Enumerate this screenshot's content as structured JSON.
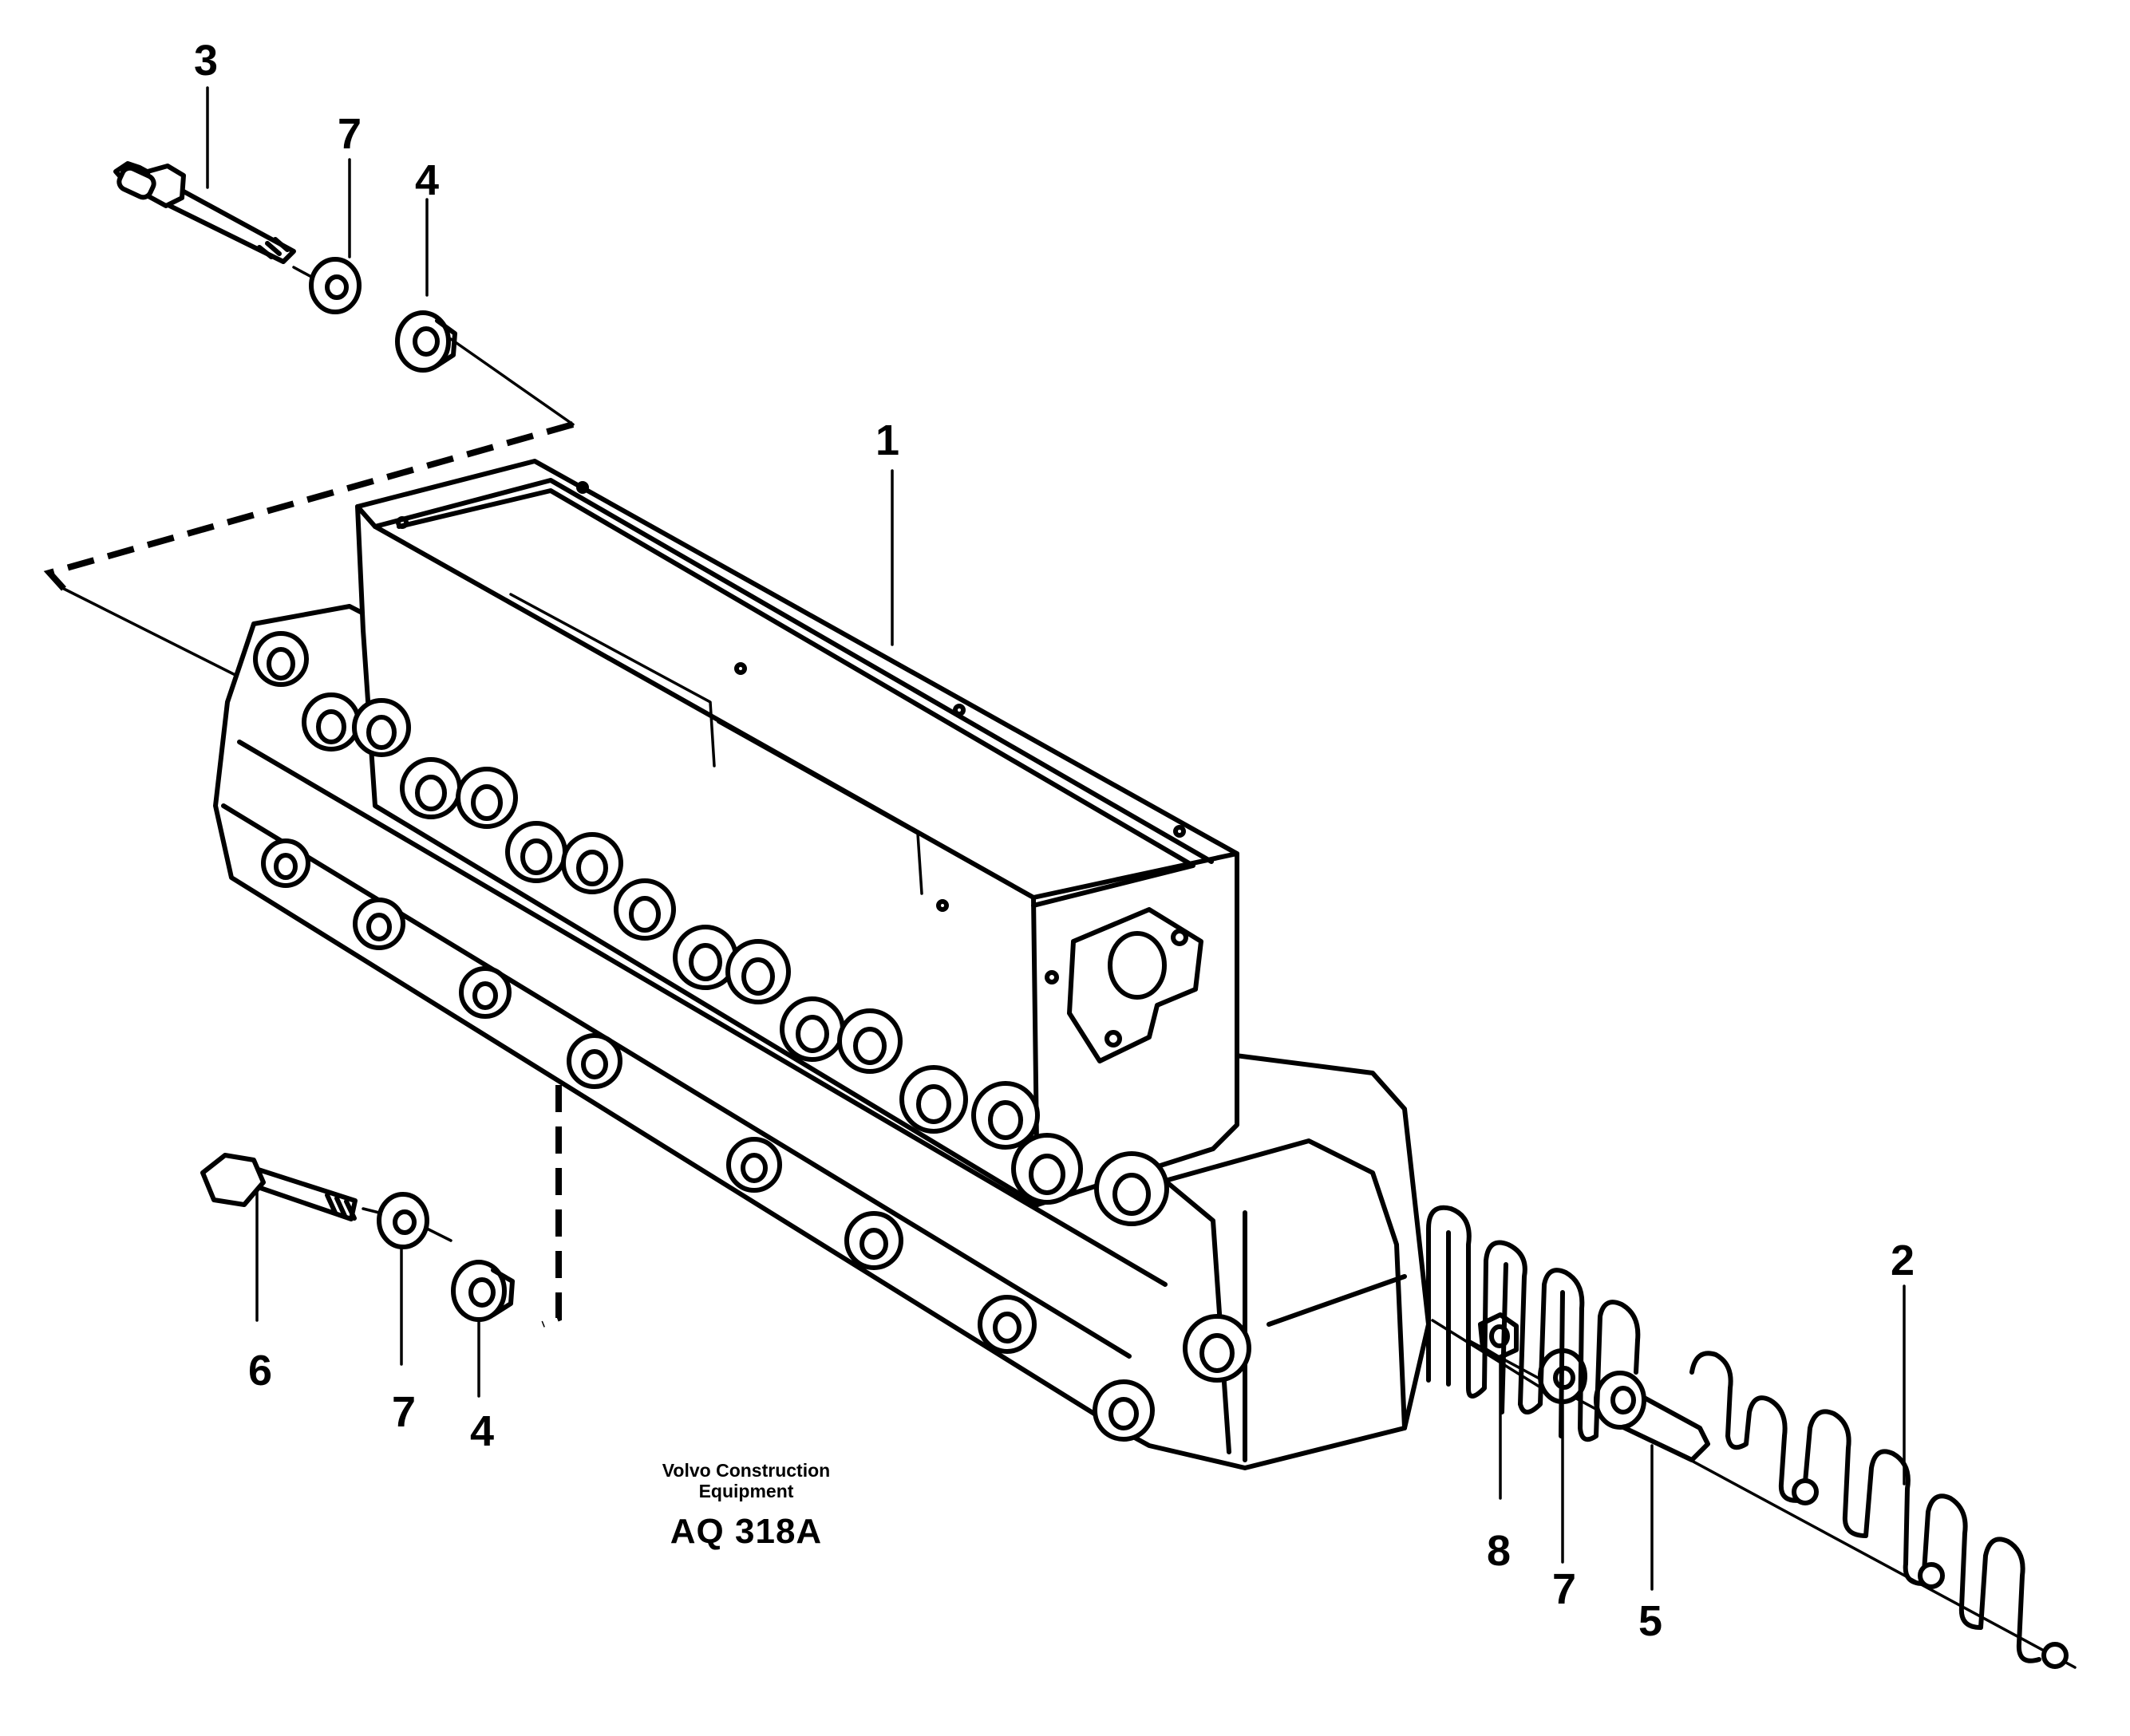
{
  "diagram": {
    "callouts": [
      {
        "id": "c3",
        "text": "3"
      },
      {
        "id": "c7a",
        "text": "7"
      },
      {
        "id": "c4a",
        "text": "4"
      },
      {
        "id": "c1",
        "text": "1"
      },
      {
        "id": "c6",
        "text": "6"
      },
      {
        "id": "c7b",
        "text": "7"
      },
      {
        "id": "c4b",
        "text": "4"
      },
      {
        "id": "c2",
        "text": "2"
      },
      {
        "id": "c8",
        "text": "8"
      },
      {
        "id": "c7c",
        "text": "7"
      },
      {
        "id": "c5",
        "text": "5"
      }
    ],
    "stamp": {
      "line1": "Volvo Construction",
      "line2": "Equipment",
      "code": "AQ 318A"
    }
  }
}
